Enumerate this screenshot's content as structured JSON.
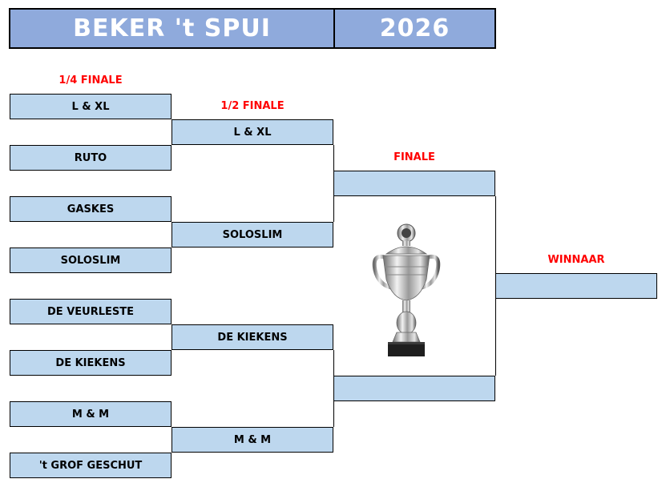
{
  "header": {
    "title": "BEKER 't SPUI",
    "year": "2026"
  },
  "rounds": {
    "quarter": "1/4 FINALE",
    "semi": "1/2 FINALE",
    "final": "FINALE",
    "winner": "WINNAAR"
  },
  "quarterfinals": [
    "L & XL",
    "RUTO",
    "GASKES",
    "SOLOSLIM",
    "DE VEURLESTE",
    "DE KIEKENS",
    "M & M",
    "'t GROF GESCHUT"
  ],
  "semifinals": [
    "L & XL",
    "SOLOSLIM",
    "DE KIEKENS",
    "M & M"
  ],
  "finals": [
    "",
    ""
  ],
  "winner": "",
  "trophy_icon": "trophy-icon",
  "colors": {
    "header_bg": "#8faadc",
    "cell_bg": "#bdd7ee",
    "round_label": "#ff0000"
  }
}
